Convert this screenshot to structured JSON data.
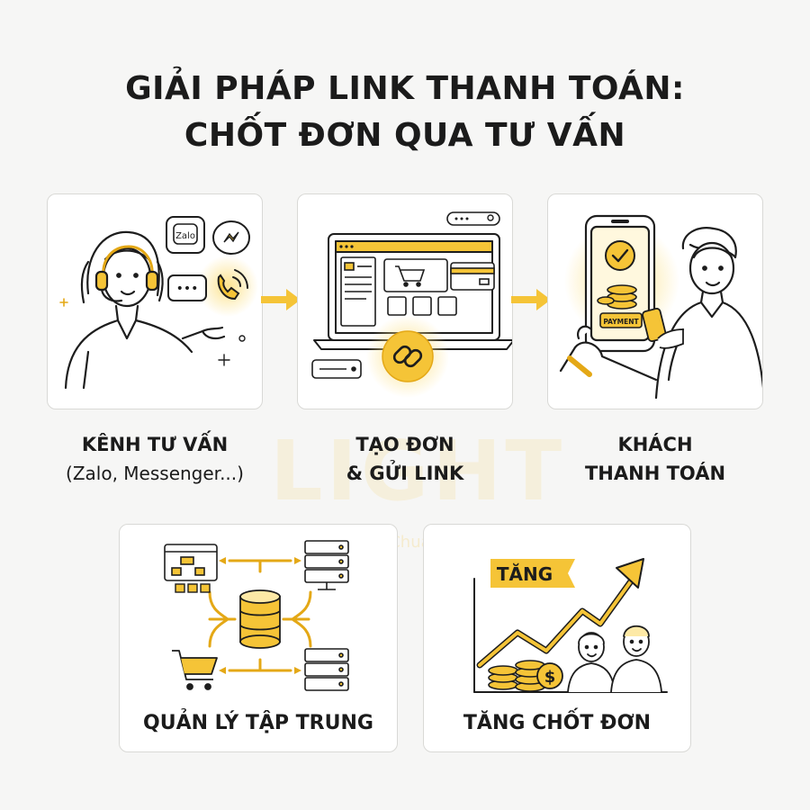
{
  "title": {
    "line1": "GIẢI PHÁP LINK THANH TOÁN:",
    "line2": "CHỐT ĐƠN QUA TƯ VẤN"
  },
  "steps": [
    {
      "label": "KÊNH TƯ VẤN",
      "sublabel": "(Zalo, Messenger...)"
    },
    {
      "label": "TẠO ĐƠN",
      "sublabel": "& GỬI LINK"
    },
    {
      "label": "KHÁCH",
      "sublabel": "THANH TOÁN"
    }
  ],
  "icons": {
    "zalo_label": "Zalo",
    "chat_dots": "•••",
    "payment_label": "PAYMENT",
    "coin_symbol": "$"
  },
  "benefits": [
    {
      "label": "QUẢN LÝ TẬP TRUNG"
    },
    {
      "label": "TĂNG CHỐT ĐƠN",
      "badge": "TĂNG"
    }
  ],
  "watermark": {
    "brand": "LIGHT",
    "slogan": "Nhanh - Chuẩn - Đẹp"
  },
  "colors": {
    "accent": "#f5c437",
    "accent_soft": "#fde9a6",
    "ink": "#1d1d1d"
  }
}
